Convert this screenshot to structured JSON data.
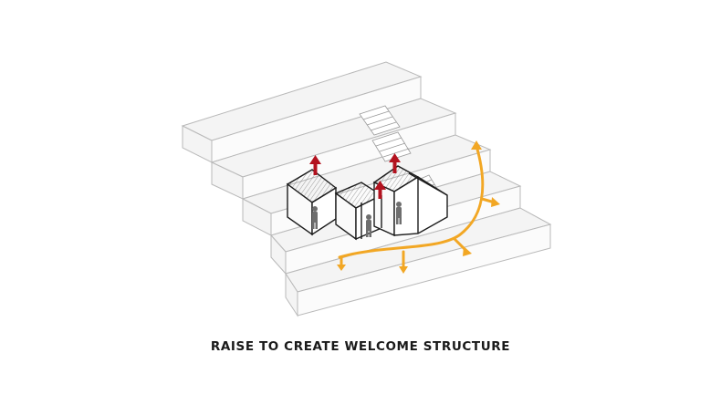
{
  "caption": "RAISE TO CREATE WELCOME STRUCTURE",
  "colors": {
    "background": "#ffffff",
    "step_fill": "#f4f4f4",
    "step_edge": "#b9b9b9",
    "structure_line": "#1c1c1c",
    "raise_arrow": "#b3121f",
    "flow_arrow": "#f2a724",
    "figure": "#6e6e6e",
    "caption_text": "#1a1a1a"
  },
  "diagram": {
    "elements": [
      "stepped-terrace",
      "welcome-structure",
      "raise-arrows",
      "circulation-arrows",
      "people-figures"
    ],
    "raise_arrow_count": 3,
    "circulation_arrow_count": 5,
    "people_count": 3
  }
}
